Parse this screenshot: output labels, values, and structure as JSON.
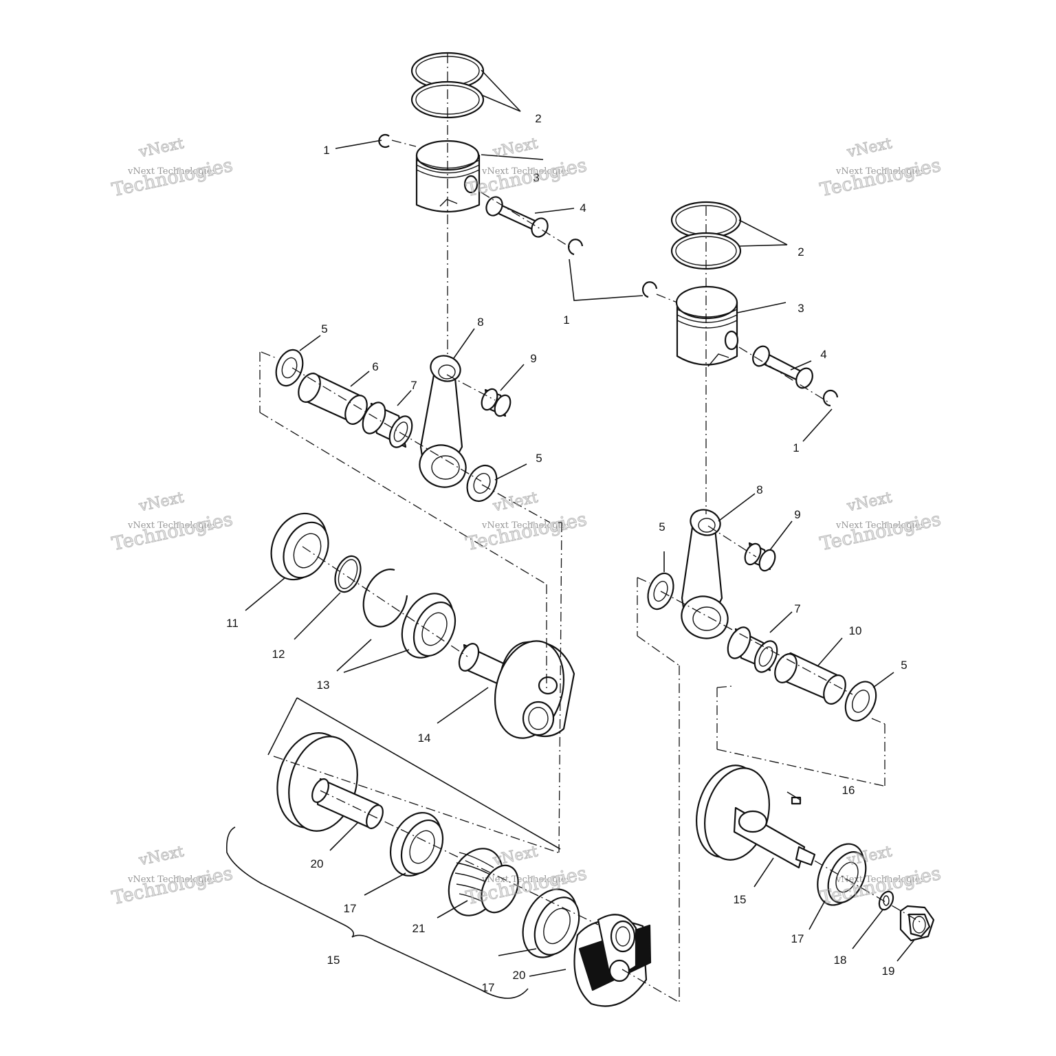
{
  "diagram": {
    "labels": [
      "1",
      "2",
      "3",
      "4",
      "5",
      "6",
      "7",
      "8",
      "9",
      "10",
      "11",
      "12",
      "13",
      "14",
      "15",
      "16",
      "17",
      "18",
      "19",
      "20",
      "21"
    ]
  },
  "watermark": {
    "line1": "vNext",
    "line2": "vNext Technologies",
    "line3": "Technologies"
  }
}
